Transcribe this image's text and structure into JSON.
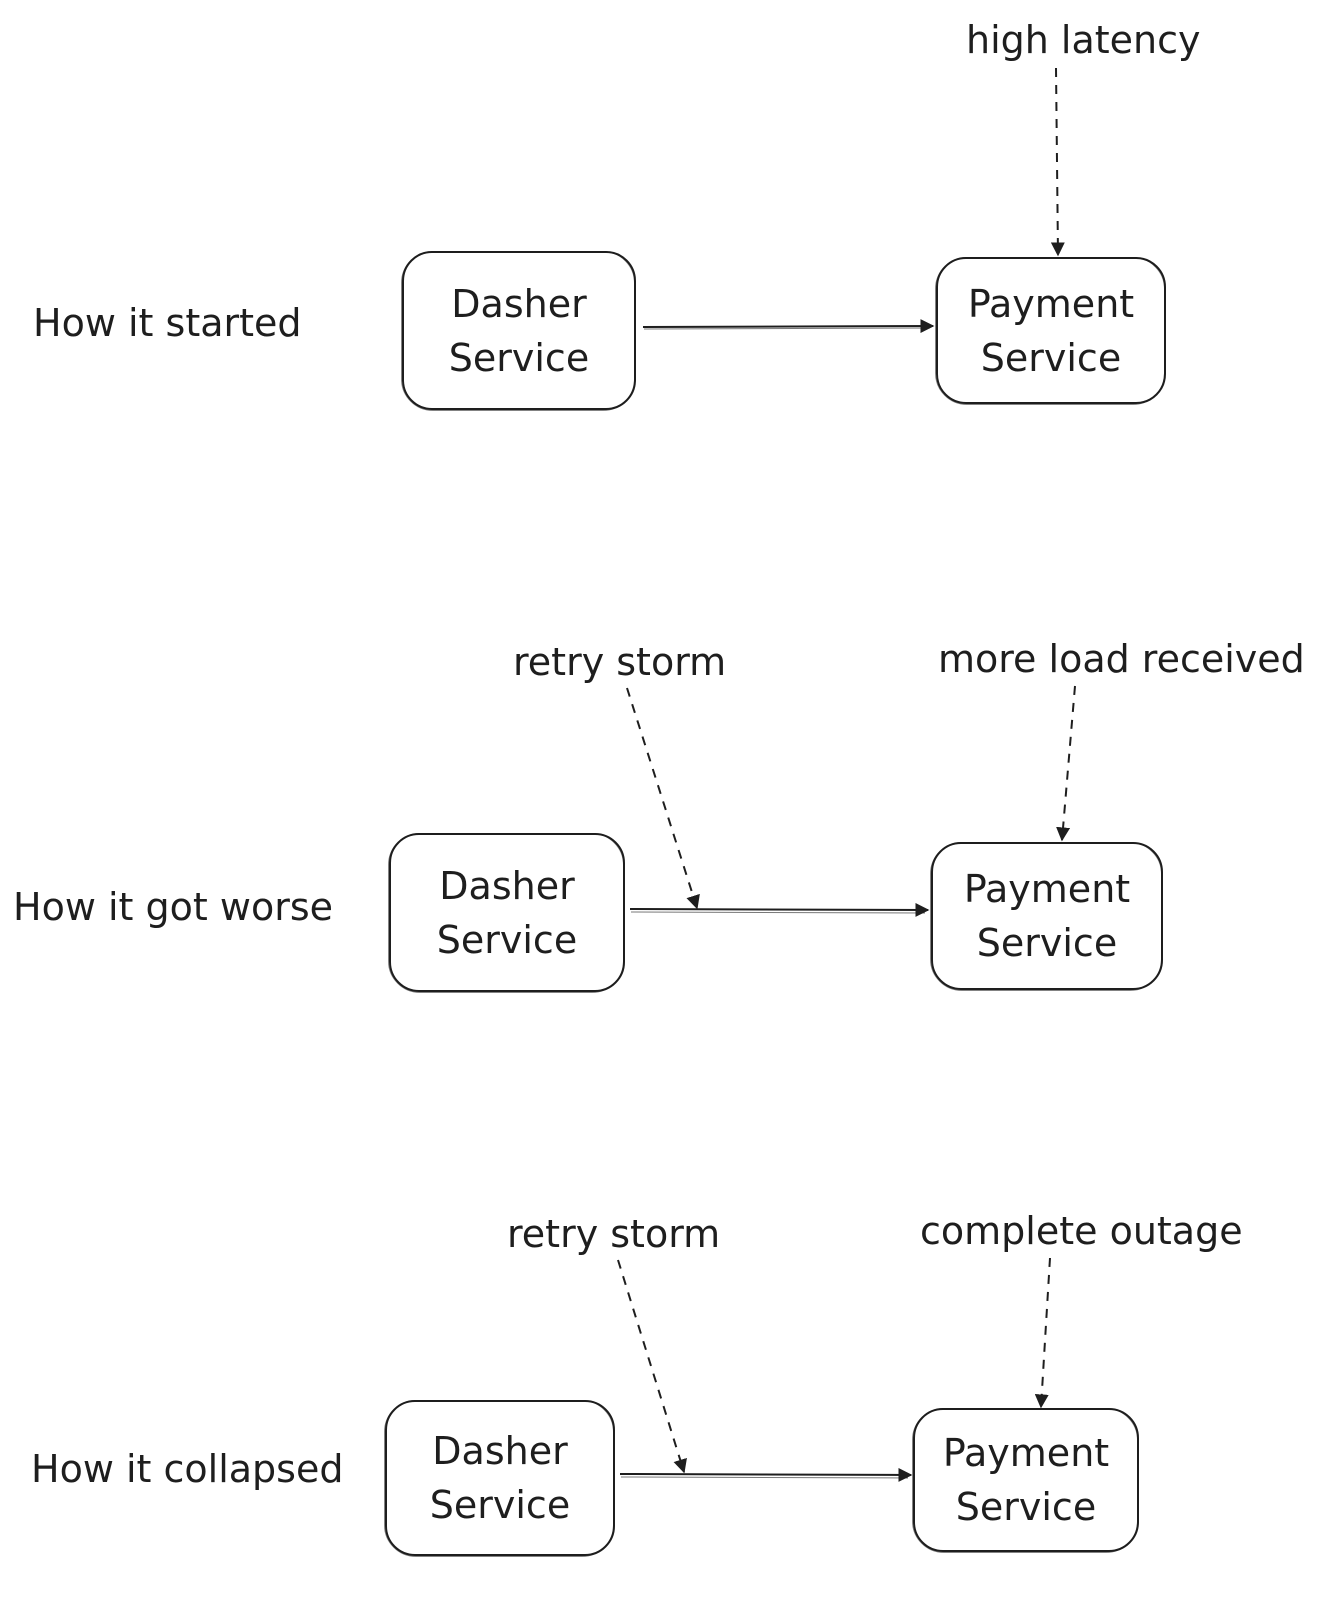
{
  "stages": [
    {
      "label": "How it started",
      "source": {
        "line1": "Dasher",
        "line2": "Service"
      },
      "target": {
        "line1": "Payment",
        "line2": "Service"
      },
      "target_note": "high latency"
    },
    {
      "label": "How it got worse",
      "source": {
        "line1": "Dasher",
        "line2": "Service"
      },
      "target": {
        "line1": "Payment",
        "line2": "Service"
      },
      "edge_note": "retry storm",
      "target_note": "more load received"
    },
    {
      "label": "How it collapsed",
      "source": {
        "line1": "Dasher",
        "line2": "Service"
      },
      "target": {
        "line1": "Payment",
        "line2": "Service"
      },
      "edge_note": "retry storm",
      "target_note": "complete outage"
    }
  ]
}
